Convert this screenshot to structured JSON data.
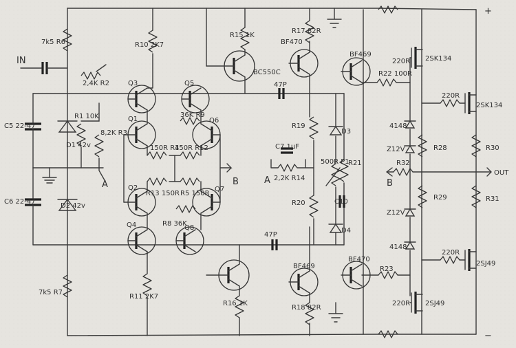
{
  "labels": {
    "plus": "+",
    "minus": "−",
    "in": "IN",
    "out": "OUT",
    "r6": "7k5 R6",
    "r7": "7k5 R7",
    "r10": "R10 2K7",
    "r11": "R11 2K7",
    "r2": "2,4K R2",
    "r15": "R15 1K",
    "r16": "R16 1K",
    "r17": "R17 82R",
    "r18": "R18 82R",
    "r1": "R1 10K",
    "r3": "8,2K R3",
    "c5": "C5 22-47",
    "c6": "C6 22-47",
    "d1": "D1 42v",
    "d2": "D2 42v",
    "q1": "Q1",
    "q2": "Q2",
    "q3": "Q3",
    "q4": "Q4",
    "q5": "Q5",
    "q6": "Q6",
    "q7": "Q7",
    "q8": "Q8",
    "r4": "150R R4",
    "r12": "150R R12",
    "r13": "R13 150R",
    "r5": "R5 150R",
    "r9": "36K R9",
    "r8": "R8 36K",
    "a1": "A",
    "b1": "B",
    "a2": "A",
    "b2": "B",
    "c47a": "47P",
    "c47b": "47P",
    "bc550c": "BC550C",
    "bf470_top": "BF470",
    "bf469_top": "BF469",
    "bf469_bot": "BF469",
    "bf470_bot": "BF470",
    "r19": "R19",
    "r20": "R20",
    "r21": "R21",
    "c7": "C7 1µF",
    "r14": "2,2K R14",
    "p1": "500R P1",
    "c10": "C10",
    "d3": "D3",
    "d4": "D4",
    "r22": "R22 100R",
    "r23": "R23",
    "g220a": "220R",
    "g220b": "220R",
    "g220c": "220R",
    "g220d": "220R",
    "k134a": "2SK134",
    "k134b": "2SK134",
    "j49a": "2SJ49",
    "j49b": "2SJ49",
    "d4148a": "4148",
    "d4148b": "4148",
    "z12a": "Z12V",
    "z12b": "Z12V",
    "r28": "R28",
    "r29": "R29",
    "r30": "R30",
    "r31": "R31",
    "r32": "R32",
    "b3": "B"
  }
}
